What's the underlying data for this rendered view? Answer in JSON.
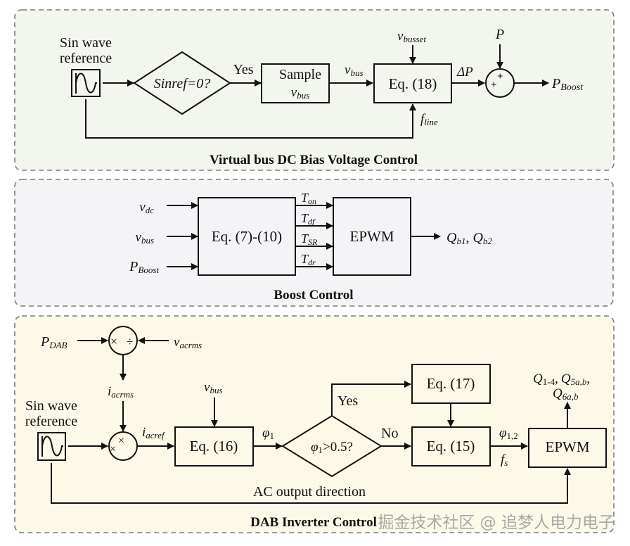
{
  "colors": {
    "panel1_bg": "#f3f5ef",
    "panel2_bg": "#f4f3f6",
    "panel3_bg": "#fdf9e9",
    "border": "#7d7d7d",
    "ink": "#111111"
  },
  "panel1": {
    "title": "Virtual bus DC Bias Voltage Control",
    "sin_label_1": "Sin wave",
    "sin_label_2": "reference",
    "decision": "Sinref=0?",
    "yes": "Yes",
    "sample_1": "Sample",
    "sample_2_main": "v",
    "sample_2_sub": "bus",
    "vbus_main": "v",
    "vbus_sub": "bus",
    "eq18": "Eq. (18)",
    "vbusset_main": "v",
    "vbusset_sub": "busset",
    "fline_main": "f",
    "fline_sub": "line",
    "deltaP": "ΔP",
    "P": "P",
    "plus": "+",
    "pboost_main": "P",
    "pboost_sub": "Boost"
  },
  "panel2": {
    "title": "Boost Control",
    "inputs": [
      {
        "main": "v",
        "sub": "dc"
      },
      {
        "main": "v",
        "sub": "bus"
      },
      {
        "main": "P",
        "sub": "Boost"
      }
    ],
    "eq": "Eq. (7)-(10)",
    "signals": [
      {
        "main": "T",
        "sub": "on"
      },
      {
        "main": "T",
        "sub": "df"
      },
      {
        "main": "T",
        "sub": "SR"
      },
      {
        "main": "T",
        "sub": "dr"
      }
    ],
    "epwm": "EPWM",
    "out_q1_main": "Q",
    "out_q1_sub": "b1",
    "out_sep": ", ",
    "out_q2_main": "Q",
    "out_q2_sub": "b2"
  },
  "panel3": {
    "title": "DAB Inverter Control",
    "pdab_main": "P",
    "pdab_sub": "DAB",
    "vacrms_main": "v",
    "vacrms_sub": "acrms",
    "times": "×",
    "divide": "÷",
    "iacrms_main": "i",
    "iacrms_sub": "acrms",
    "sin_label_1": "Sin wave",
    "sin_label_2": "reference",
    "iacref_main": "i",
    "iacref_sub": "acref",
    "vbus_main": "v",
    "vbus_sub": "bus",
    "eq16": "Eq. (16)",
    "phi1_main": "φ",
    "phi1_sub": "1",
    "decision_main": "φ",
    "decision_sub": "1",
    "decision_rest": ">0.5?",
    "yes": "Yes",
    "no": "No",
    "eq17": "Eq. (17)",
    "eq15": "Eq. (15)",
    "phi12_main": "φ",
    "phi12_sub": "1,2",
    "fs_main": "f",
    "fs_sub": "s",
    "epwm": "EPWM",
    "out_line1_a_main": "Q",
    "out_line1_a_sub": "1-4",
    "out_line1_b_main": "Q",
    "out_line1_b_sub": "5a,b",
    "out_line2_main": "Q",
    "out_line2_sub": "6a,b",
    "comma": ",",
    "ac_direction": "AC output direction"
  },
  "watermark": "掘金技术社区 @ 追梦人电力电子"
}
